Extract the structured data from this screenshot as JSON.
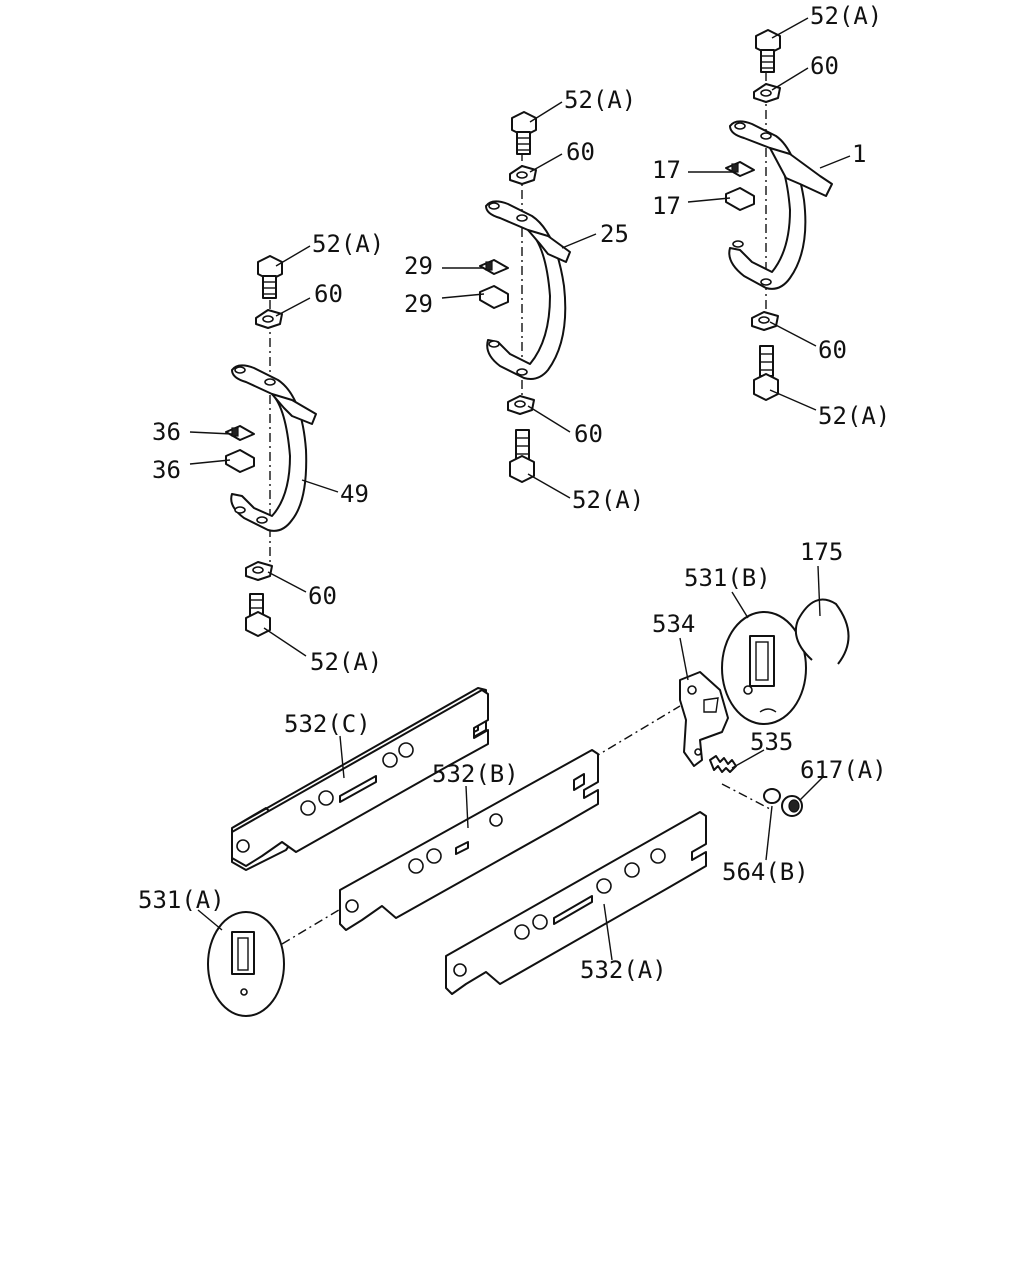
{
  "callouts": {
    "c52a_1": "52(A)",
    "c60_1": "60",
    "c1": "1",
    "c17_1": "17",
    "c17_2": "17",
    "c60_2": "60",
    "c52a_2": "52(A)",
    "c52a_3": "52(A)",
    "c60_3": "60",
    "c25": "25",
    "c29_1": "29",
    "c29_2": "29",
    "c60_4": "60",
    "c52a_4": "52(A)",
    "c52a_5": "52(A)",
    "c60_5": "60",
    "c36_1": "36",
    "c36_2": "36",
    "c49": "49",
    "c60_6": "60",
    "c52a_6": "52(A)",
    "c175": "175",
    "c531b": "531(B)",
    "c534": "534",
    "c535": "535",
    "c617a": "617(A)",
    "c564b": "564(B)",
    "c532c": "532(C)",
    "c532b": "532(B)",
    "c531a": "531(A)",
    "c532a": "532(A)"
  }
}
